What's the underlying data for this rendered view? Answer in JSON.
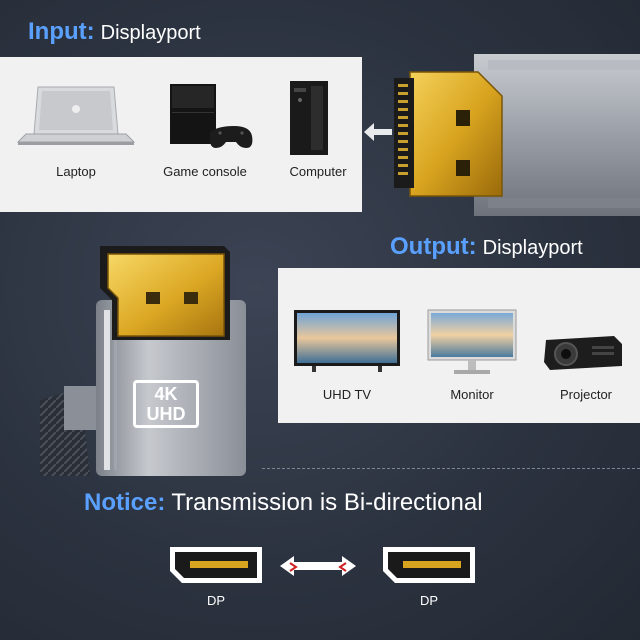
{
  "input": {
    "label": "Input:",
    "value": "Displayport"
  },
  "output": {
    "label": "Output:",
    "value": "Displayport"
  },
  "input_devices": [
    {
      "label": "Laptop",
      "icon": "laptop-icon"
    },
    {
      "label": "Game console",
      "icon": "game-console-icon"
    },
    {
      "label": "Computer",
      "icon": "computer-tower-icon"
    }
  ],
  "output_devices": [
    {
      "label": "UHD TV",
      "icon": "tv-icon"
    },
    {
      "label": "Monitor",
      "icon": "monitor-icon"
    },
    {
      "label": "Projector",
      "icon": "projector-icon"
    }
  ],
  "badge": {
    "line1": "4K",
    "line2": "UHD"
  },
  "notice": {
    "label": "Notice:",
    "text": "Transmission is Bi-directional"
  },
  "ports": [
    {
      "label": "DP"
    },
    {
      "label": "DP"
    }
  ],
  "colors": {
    "accent": "#5aa0ff",
    "background": "#2c3340",
    "panel": "#f1f1f1",
    "gold": "#d9a520"
  }
}
